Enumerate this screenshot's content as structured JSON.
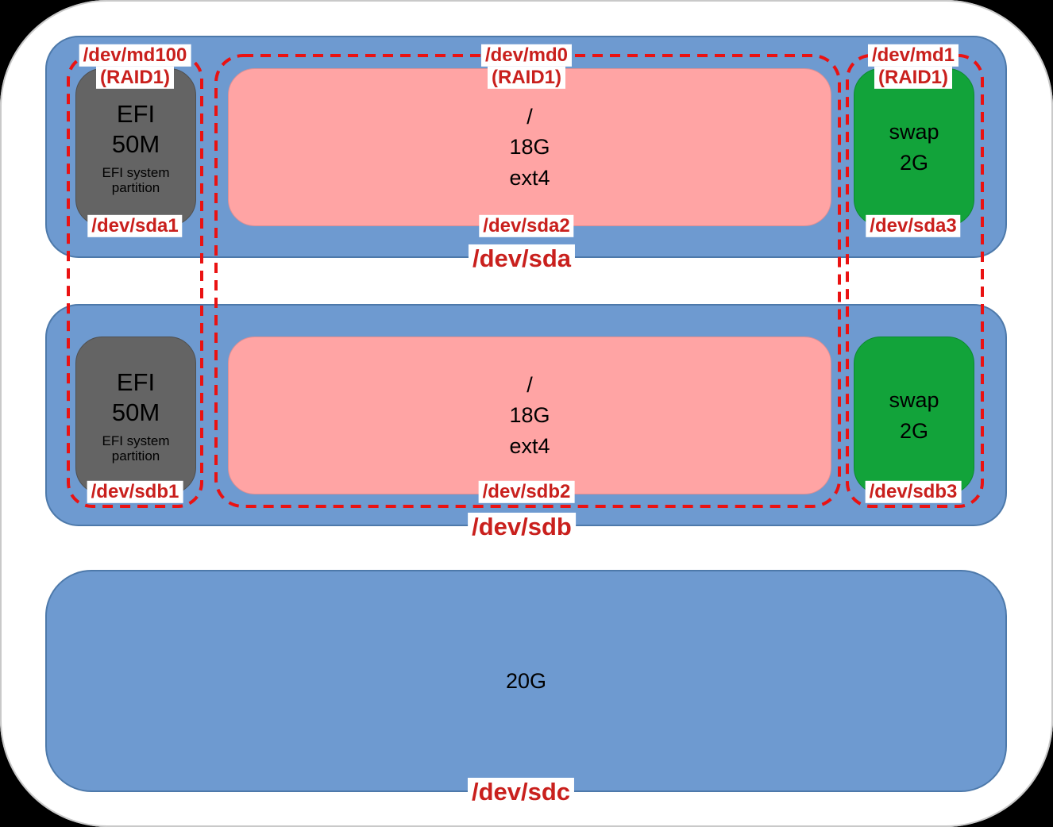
{
  "colors": {
    "page_background": "#000000",
    "canvas_background": "#ffffff",
    "disk_fill": "#6e9ad0",
    "disk_border": "#4d79aa",
    "efi_fill": "#646464",
    "efi_border": "#4f4f4f",
    "root_fill": "#ffa4a4",
    "root_border": "#e08f92",
    "swap_fill": "#12a33a",
    "swap_border": "#0c8a2f",
    "raid_dash": "#ea1212",
    "label_text": "#c9201d",
    "label_background": "#ffffff",
    "partition_text": "#000000"
  },
  "raid_groups": [
    {
      "id": "md100",
      "name": "/dev/md100",
      "type": "(RAID1)"
    },
    {
      "id": "md0",
      "name": "/dev/md0",
      "type": "(RAID1)"
    },
    {
      "id": "md1",
      "name": "/dev/md1",
      "type": "(RAID1)"
    }
  ],
  "disks": [
    {
      "name": "/dev/sda",
      "partitions": [
        {
          "device": "/dev/sda1",
          "label": "EFI",
          "size": "50M",
          "description": "EFI system partition"
        },
        {
          "device": "/dev/sda2",
          "mount": "/",
          "size": "18G",
          "filesystem": "ext4"
        },
        {
          "device": "/dev/sda3",
          "label": "swap",
          "size": "2G"
        }
      ]
    },
    {
      "name": "/dev/sdb",
      "partitions": [
        {
          "device": "/dev/sdb1",
          "label": "EFI",
          "size": "50M",
          "description": "EFI system partition"
        },
        {
          "device": "/dev/sdb2",
          "mount": "/",
          "size": "18G",
          "filesystem": "ext4"
        },
        {
          "device": "/dev/sdb3",
          "label": "swap",
          "size": "2G"
        }
      ]
    },
    {
      "name": "/dev/sdc",
      "size": "20G",
      "partitions": []
    }
  ]
}
